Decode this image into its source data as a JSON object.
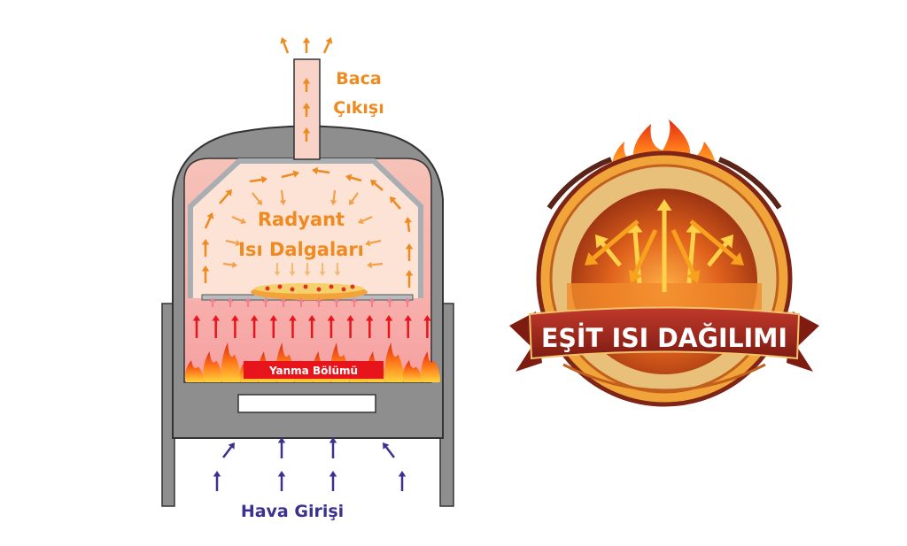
{
  "diagram": {
    "chimney_label_line1": "Baca",
    "chimney_label_line2": "Çıkışı",
    "radiant_label_line1": "Radyant",
    "radiant_label_line2": "Isı Dalgaları",
    "combustion_label": "Yanma Bölümü",
    "air_inlet_label": "Hava Girişi"
  },
  "badge": {
    "title": "EŞİT ISI DAĞILIMI"
  },
  "colors": {
    "orange": "#ee8a1f",
    "red_arrow": "#e8141c",
    "blue_arrow": "#3b3290",
    "body_gray": "#8e8e8e",
    "badge_red": "#a3261a"
  }
}
